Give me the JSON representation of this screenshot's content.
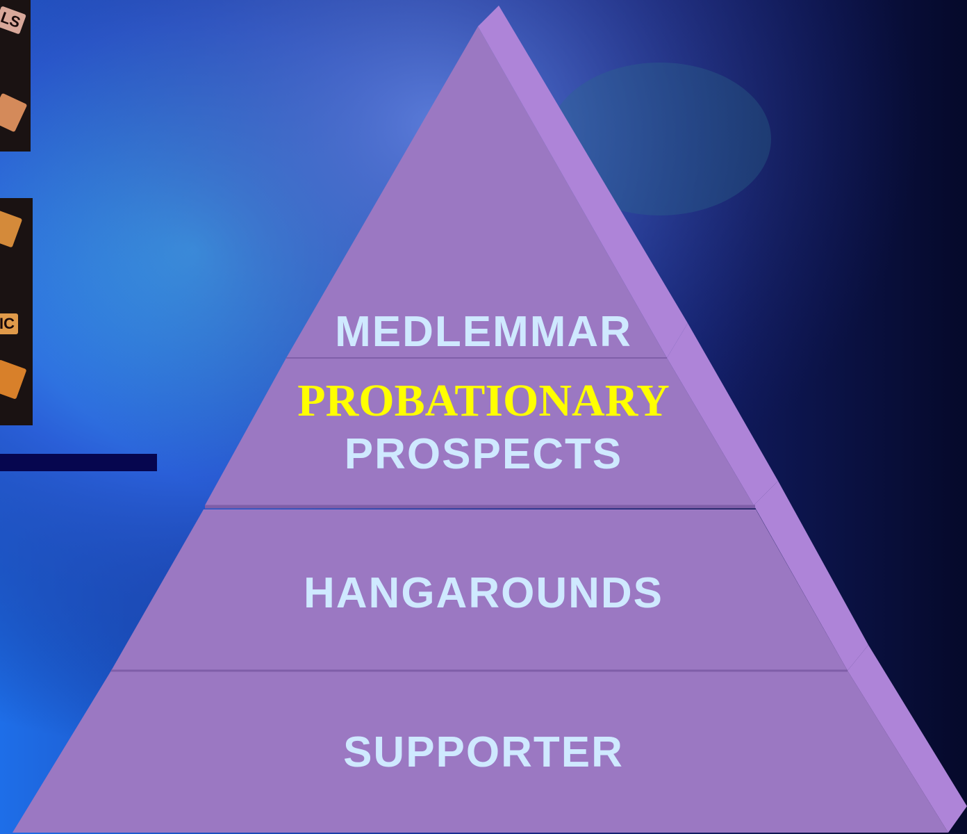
{
  "pyramid": {
    "tiers": [
      {
        "label": "MEDLEMMAR"
      },
      {
        "highlight": "PROBATIONARY",
        "label": "PROSPECTS"
      },
      {
        "label": "HANGAROUNDS"
      },
      {
        "label": "SUPPORTER"
      }
    ]
  },
  "photos": {
    "top_patches": [
      "LS"
    ],
    "bottom_patches": [
      "IC"
    ]
  },
  "colors": {
    "pyramid_face": "#9b78c2",
    "pyramid_side": "#ad83d6",
    "label_text": "#cfe9ff",
    "highlight_text": "#ffff00",
    "accent_bar": "#06064f"
  }
}
